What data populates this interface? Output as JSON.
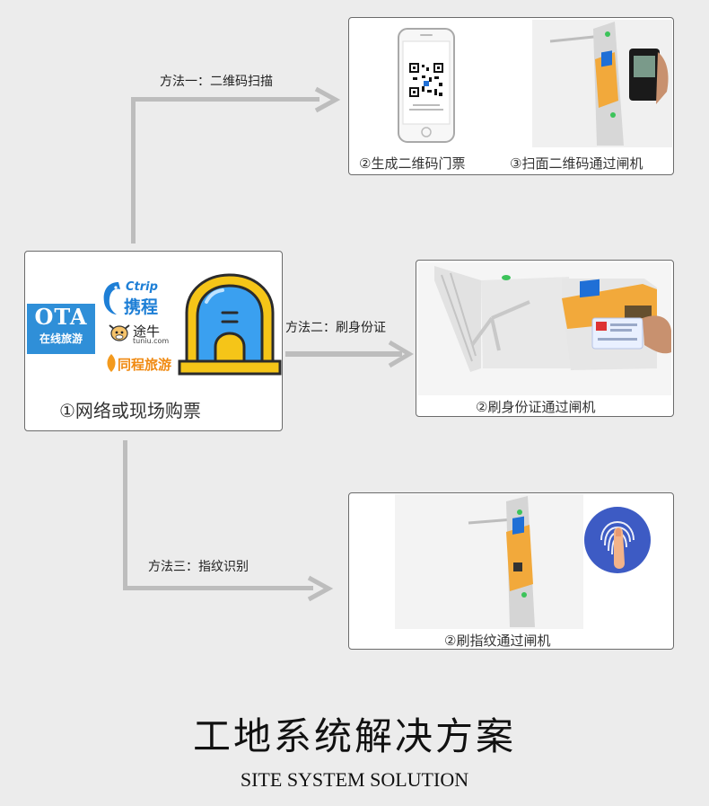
{
  "methods": {
    "m1": "方法一：二维码扫描",
    "m2": "方法二：刷身份证",
    "m3": "方法三：指纹识别"
  },
  "source": {
    "caption": "①网络或现场购票",
    "logos": {
      "ota_big": "OTA",
      "ota_small": "在线旅游",
      "ctrip_en": "Ctrip",
      "ctrip_cn": "携程",
      "tuniu_cn": "途牛",
      "tuniu_en": "tuniu.com",
      "tongcheng": "同程旅游"
    }
  },
  "qr_panel": {
    "caption_left": "②生成二维码门票",
    "caption_right": "③扫面二维码通过闸机"
  },
  "id_panel": {
    "caption": "②刷身份证通过闸机"
  },
  "finger_panel": {
    "caption": "②刷指纹通过闸机"
  },
  "footer": {
    "title": "工地系统解决方案",
    "subtitle": "SITE SYSTEM SOLUTION"
  },
  "colors": {
    "arrow": "#bdbdbd",
    "gate_orange": "#f2a93b",
    "screen_blue": "#1f6fd6",
    "booth_blue": "#3aa0f0",
    "finger_circle": "#3d5bc4"
  }
}
